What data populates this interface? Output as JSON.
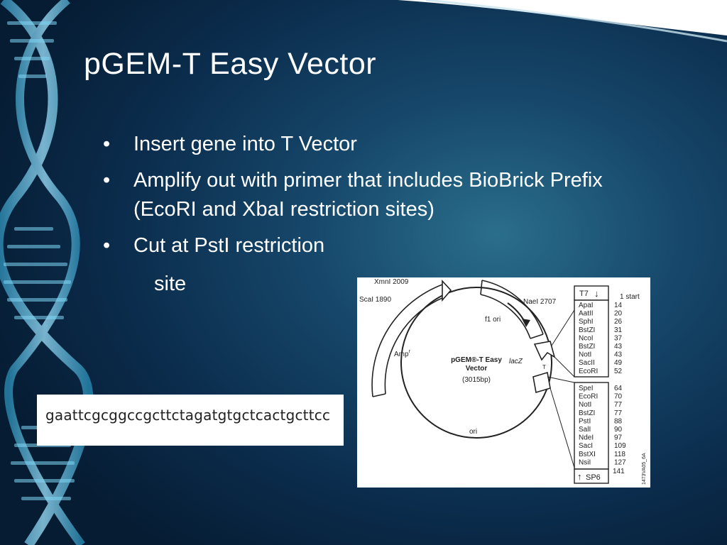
{
  "slide": {
    "title": "pGEM-T Easy Vector",
    "bullet_marker": "•",
    "bullets": [
      "Insert gene into T Vector",
      "Amplify out with primer that includes BioBrick Prefix (EcoRI and XbaI restriction sites)",
      "Cut at PstI restriction"
    ],
    "bullet_continuation": "site"
  },
  "sequence": {
    "text": "gaattcgcggccgcttctagatgtgctcactgcttcc"
  },
  "vector_map": {
    "name_line1": "pGEM®-T Easy",
    "name_line2": "Vector",
    "size": "(3015bp)",
    "labels": {
      "xmni": "XmnI 2009",
      "scai": "ScaI 1890",
      "naei": "NaeI 2707",
      "f1_ori": "f1 ori",
      "amp": "Amp",
      "amp_sup": "r",
      "lacz": "lacZ",
      "t_marker": "T",
      "ori": "ori",
      "catalog": "1473VA05_6A"
    },
    "t7": {
      "label": "T7",
      "arrow": "↓",
      "start": "1 start"
    },
    "sp6": {
      "label": "SP6",
      "arrow": "↑",
      "end": "141"
    },
    "sites_upper": [
      {
        "enzyme": "ApaI",
        "pos": "14"
      },
      {
        "enzyme": "AatII",
        "pos": "20"
      },
      {
        "enzyme": "SphI",
        "pos": "26"
      },
      {
        "enzyme": "BstZI",
        "pos": "31"
      },
      {
        "enzyme": "NcoI",
        "pos": "37"
      },
      {
        "enzyme": "BstZI",
        "pos": "43"
      },
      {
        "enzyme": "NotI",
        "pos": "43"
      },
      {
        "enzyme": "SacII",
        "pos": "49"
      },
      {
        "enzyme": "EcoRI",
        "pos": "52"
      }
    ],
    "sites_lower": [
      {
        "enzyme": "SpeI",
        "pos": "64"
      },
      {
        "enzyme": "EcoRI",
        "pos": "70"
      },
      {
        "enzyme": "NotI",
        "pos": "77"
      },
      {
        "enzyme": "BstZI",
        "pos": "77"
      },
      {
        "enzyme": "PstI",
        "pos": "88"
      },
      {
        "enzyme": "SalI",
        "pos": "90"
      },
      {
        "enzyme": "NdeI",
        "pos": "97"
      },
      {
        "enzyme": "SacI",
        "pos": "109"
      },
      {
        "enzyme": "BstXI",
        "pos": "118"
      },
      {
        "enzyme": "NsiI",
        "pos": "127"
      }
    ]
  }
}
